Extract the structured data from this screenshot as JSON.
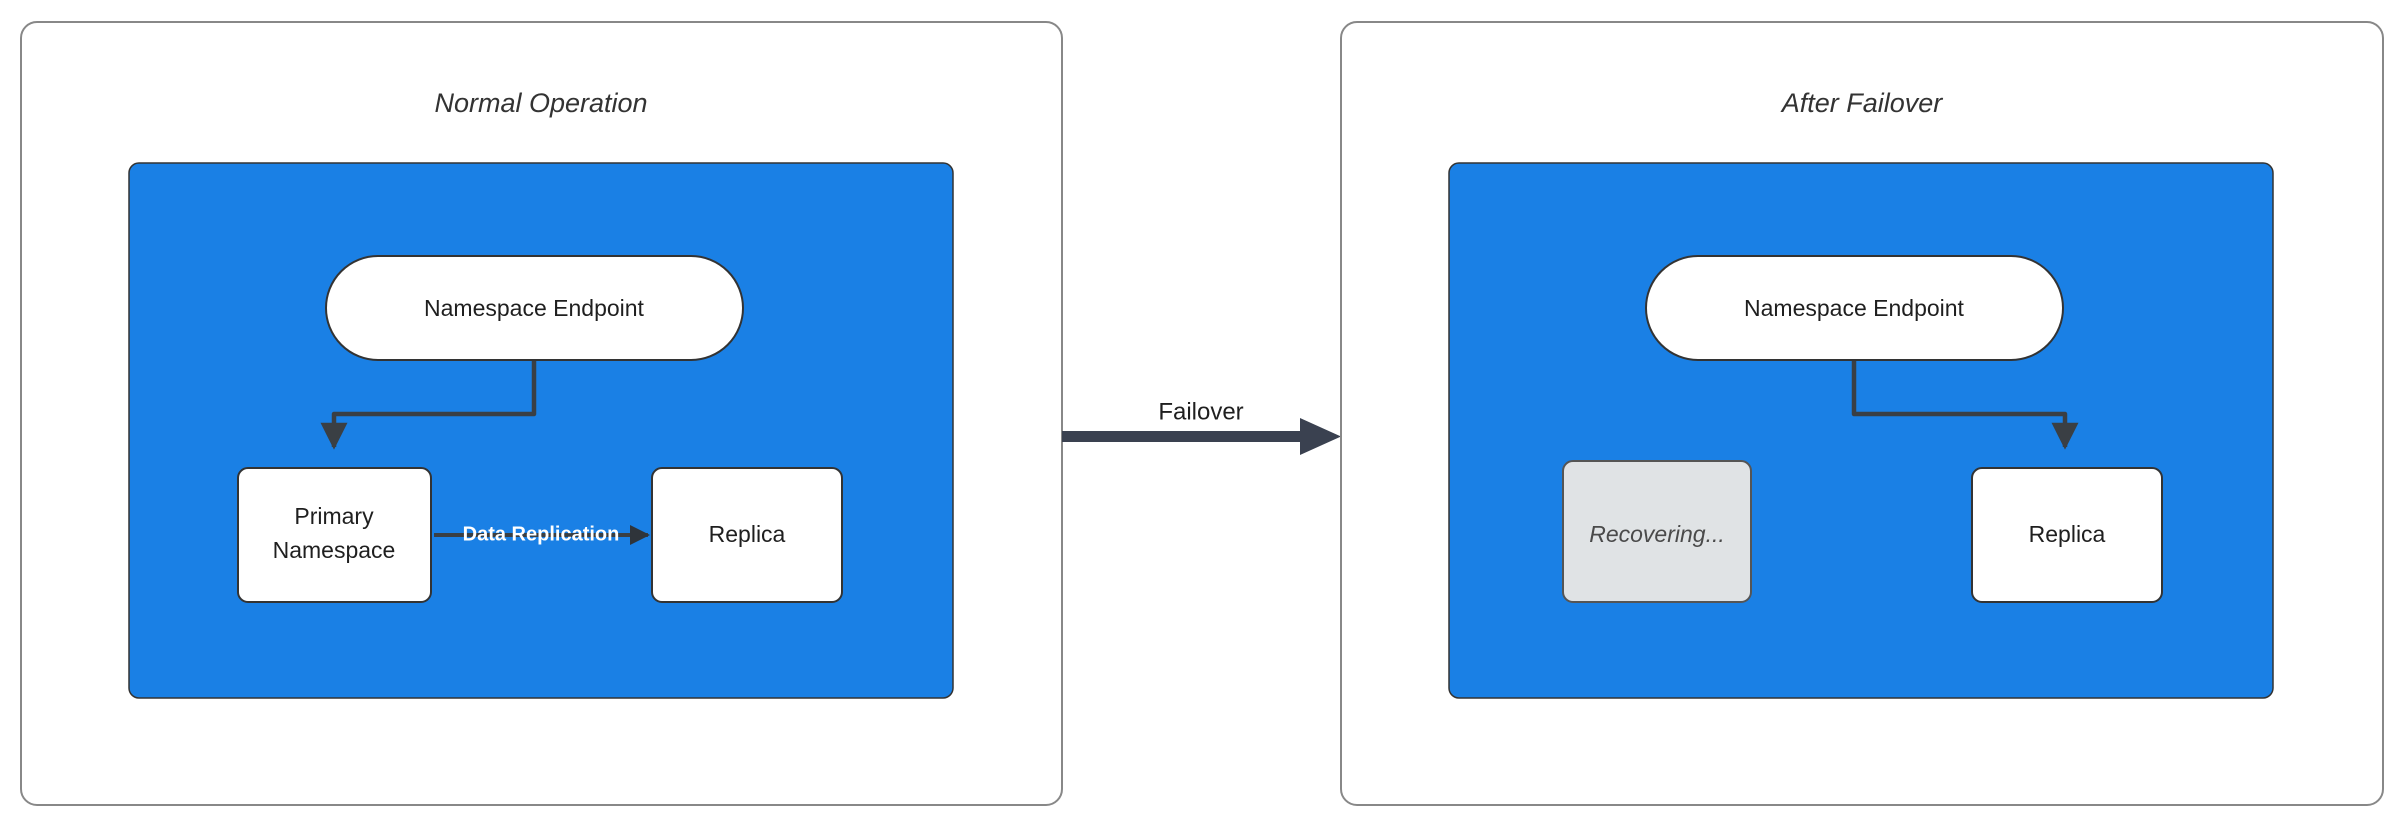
{
  "diagram": {
    "title_left": "Normal Operation",
    "title_right": "After Failover",
    "transition_label": "Failover",
    "colors": {
      "cluster_blue": "#1A80E5",
      "node_white": "#FFFFFF",
      "node_muted_gray": "#E0E3E5",
      "edge_dark": "#3A3F44",
      "arrow_dark": "#3A4150",
      "panel_border": "#888888",
      "text_dark": "#1F1F1F",
      "text_muted": "#4A4A4A",
      "label_on_blue": "#FFFFFF"
    },
    "panels": [
      {
        "id": "normal-operation",
        "title": "Normal Operation",
        "cluster": {
          "nodes": [
            {
              "id": "endpoint-left",
              "label": "Namespace Endpoint",
              "shape": "stadium",
              "state": "active"
            },
            {
              "id": "primary-namespace",
              "label": "Primary\nNamespace",
              "label_line_1": "Primary",
              "label_line_2": "Namespace",
              "shape": "rounded-rect",
              "state": "active"
            },
            {
              "id": "replica-left",
              "label": "Replica",
              "shape": "rounded-rect",
              "state": "active"
            }
          ],
          "edges": [
            {
              "id": "endpoint-to-primary",
              "from": "endpoint-left",
              "to": "primary-namespace",
              "label": "",
              "style": "elbow-left-down"
            },
            {
              "id": "primary-to-replica",
              "from": "primary-namespace",
              "to": "replica-left",
              "label": "Data Replication",
              "style": "straight-right"
            }
          ]
        }
      },
      {
        "id": "after-failover",
        "title": "After Failover",
        "cluster": {
          "nodes": [
            {
              "id": "endpoint-right",
              "label": "Namespace Endpoint",
              "shape": "stadium",
              "state": "active"
            },
            {
              "id": "recovering",
              "label": "Recovering...",
              "shape": "rounded-rect",
              "state": "muted"
            },
            {
              "id": "replica-right",
              "label": "Replica",
              "shape": "rounded-rect",
              "state": "active"
            }
          ],
          "edges": [
            {
              "id": "endpoint-to-replica",
              "from": "endpoint-right",
              "to": "replica-right",
              "label": "",
              "style": "elbow-right-down"
            }
          ]
        }
      }
    ]
  }
}
